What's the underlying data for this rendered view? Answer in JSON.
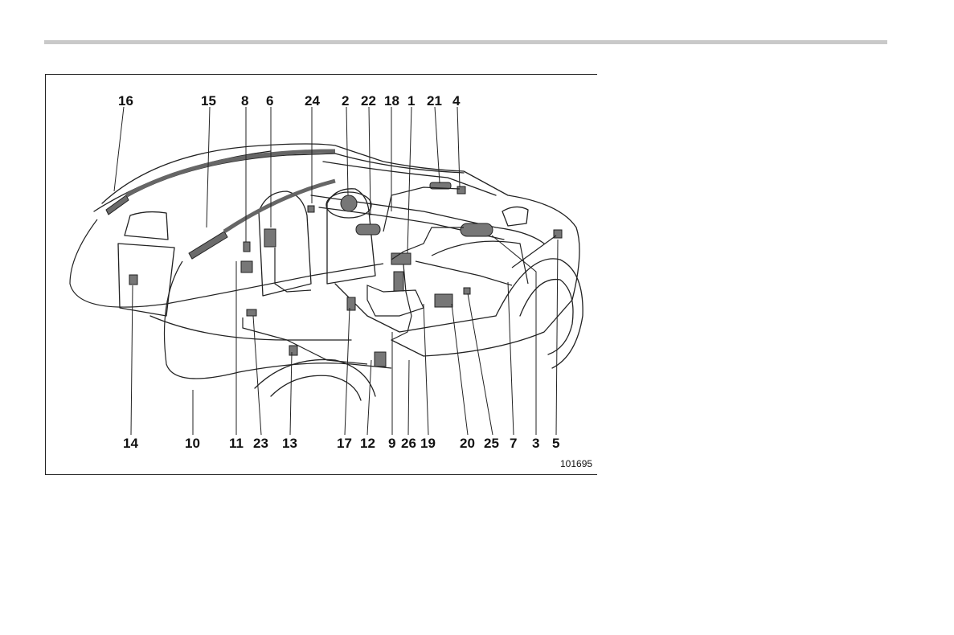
{
  "figure": {
    "id": "101695",
    "callouts_top": [
      "16",
      "15",
      "8",
      "6",
      "24",
      "2",
      "22",
      "18",
      "1",
      "21",
      "4"
    ],
    "callouts_bottom": [
      "14",
      "10",
      "11",
      "23",
      "13",
      "17",
      "12",
      "9",
      "26",
      "19",
      "20",
      "25",
      "7",
      "3",
      "5"
    ]
  },
  "colors": {
    "line": "#222222",
    "rule": "#c9c9c9",
    "component_fill": "#6b6b6b"
  }
}
